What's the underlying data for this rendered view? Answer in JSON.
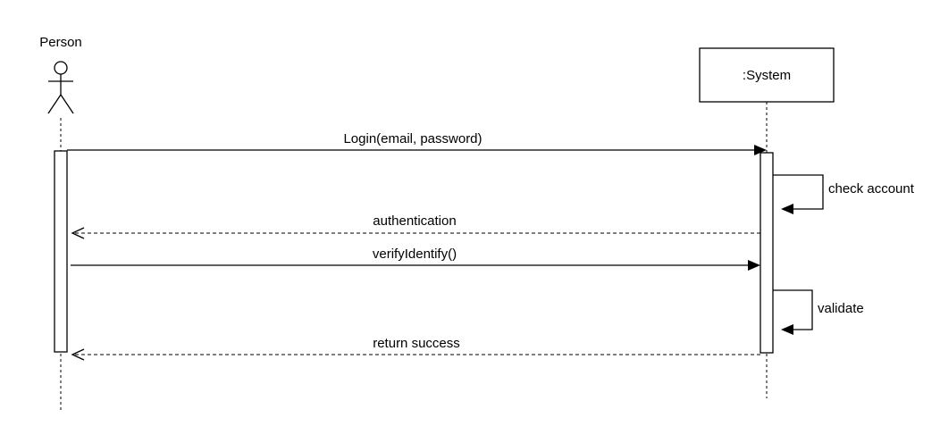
{
  "participants": {
    "actor": {
      "name": "Person",
      "icon": "stick-figure-icon"
    },
    "system": {
      "name": ":System"
    }
  },
  "messages": [
    {
      "label": "Login(email, password)",
      "kind": "synchronous",
      "from": "Person",
      "to": ":System"
    },
    {
      "label": "check account",
      "kind": "self-call",
      "from": ":System",
      "to": ":System"
    },
    {
      "label": "authentication",
      "kind": "return",
      "from": ":System",
      "to": "Person"
    },
    {
      "label": "verifyIdentify()",
      "kind": "synchronous",
      "from": "Person",
      "to": ":System"
    },
    {
      "label": "validate",
      "kind": "self-call",
      "from": ":System",
      "to": ":System"
    },
    {
      "label": "return success",
      "kind": "return",
      "from": ":System",
      "to": "Person"
    }
  ],
  "colors": {
    "line": "#000000",
    "background": "#ffffff"
  }
}
